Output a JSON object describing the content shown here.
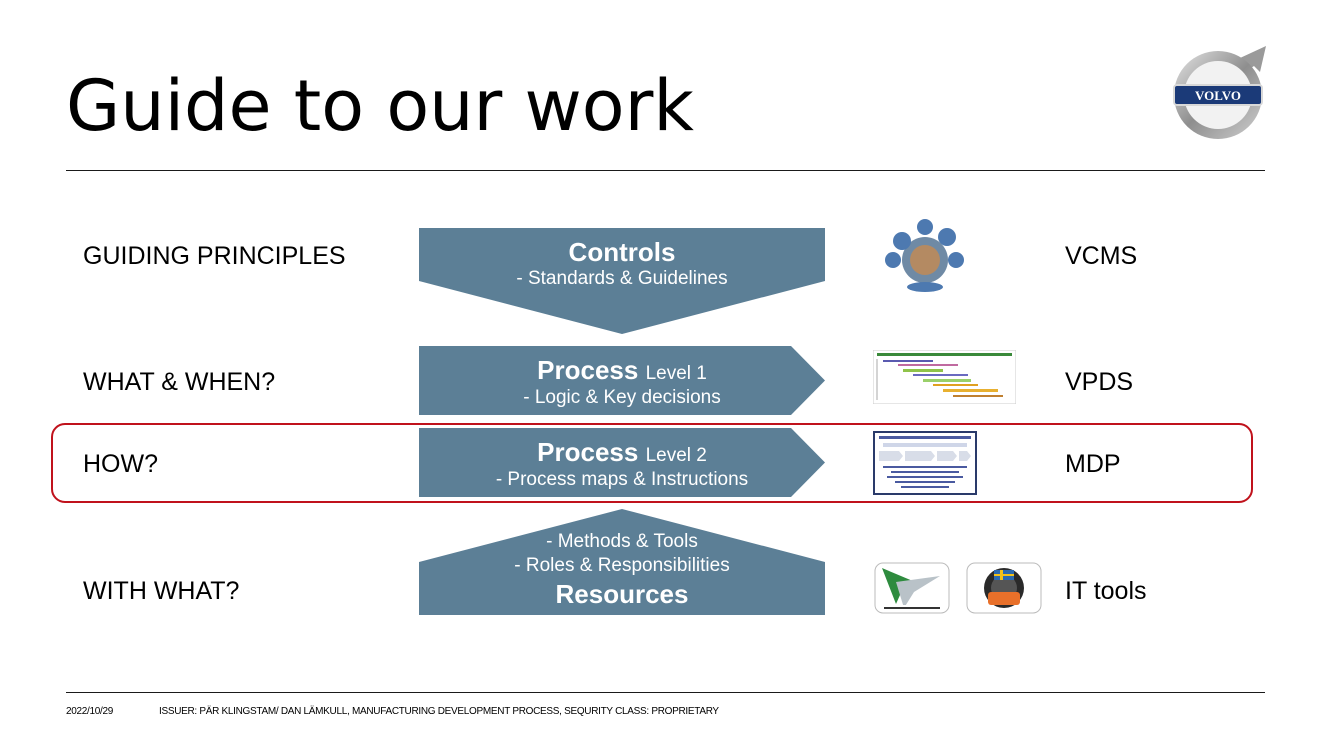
{
  "slide": {
    "title": "Guide to our work",
    "rows": [
      {
        "label": "GUIDING PRINCIPLES",
        "heading": "Controls",
        "level": "",
        "subs": [
          "- Standards & Guidelines"
        ],
        "system": "VCMS"
      },
      {
        "label": "WHAT & WHEN?",
        "heading": "Process",
        "level": "Level 1",
        "subs": [
          "- Logic & Key decisions"
        ],
        "system": "VPDS"
      },
      {
        "label": "HOW?",
        "heading": "Process",
        "level": "Level 2",
        "subs": [
          "- Process maps & Instructions"
        ],
        "system": "MDP"
      },
      {
        "label": "WITH WHAT?",
        "heading": "Resources",
        "level": "",
        "subs": [
          "- Methods & Tools",
          "- Roles & Responsibilities"
        ],
        "system": "IT tools"
      }
    ],
    "logo_text": "VOLVO",
    "footer": {
      "date": "2022/10/29",
      "issuer": "ISSUER: PÄR KLINGSTAM/ DAN LÄMKULL, MANUFACTURING DEVELOPMENT PROCESS, SEQURITY CLASS: PROPRIETARY"
    },
    "colors": {
      "shape": "#5c7f96",
      "highlight": "#c0121c",
      "logo_blue": "#1b3a78"
    }
  }
}
